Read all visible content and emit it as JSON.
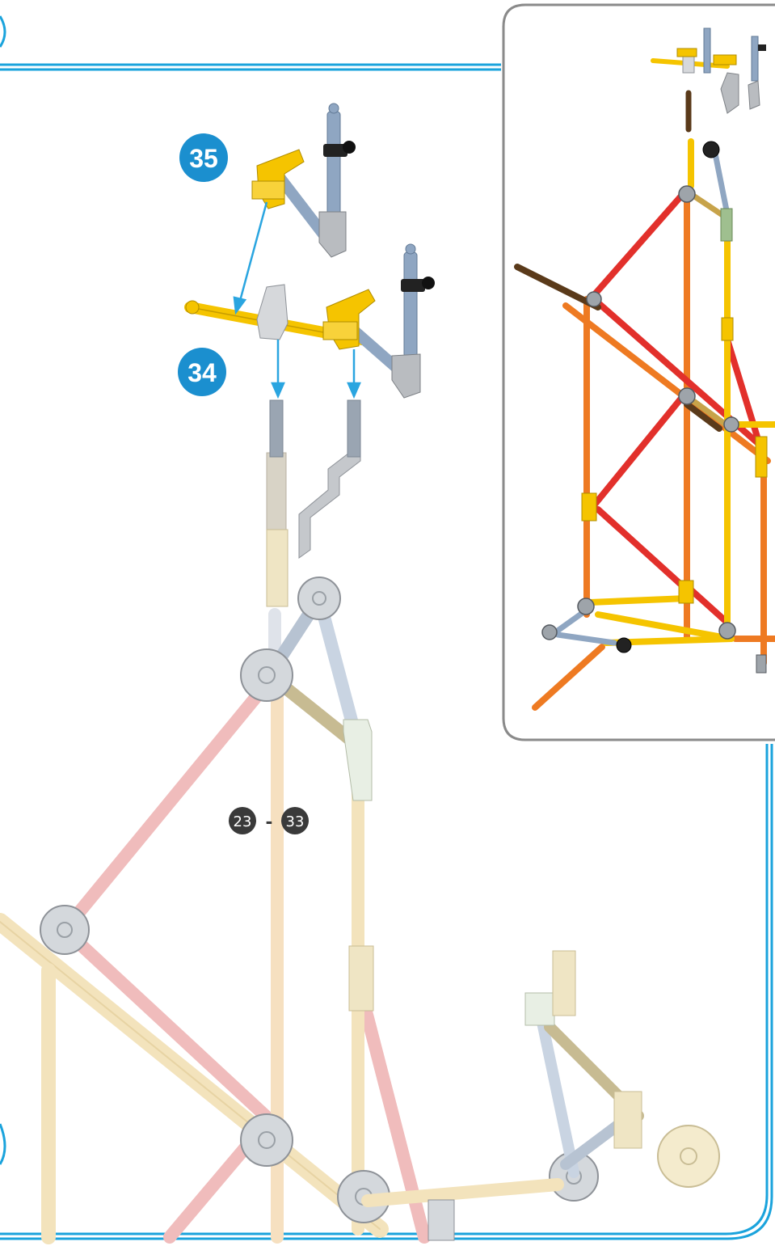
{
  "steps": {
    "step_a": "35",
    "step_b": "34",
    "range_start": "23",
    "range_separator": "-",
    "range_end": "33"
  },
  "colors": {
    "frame_blue": "#1aa3dc",
    "step_badge": "#1b8fcf",
    "range_badge": "#3a3a3a",
    "inset_border": "#8a8a8a",
    "yellow_part": "#f5c400",
    "blue_grey_rod": "#8fa6c2",
    "grey_part": "#a8acb0",
    "red_rod": "#e2302b",
    "orange_rod": "#ee7a22",
    "faded_cream": "#f3e3bc",
    "faded_pink": "#f0bcbc",
    "faded_olive": "#c7bb92",
    "arrow_blue": "#2aa5e0"
  },
  "icons": [
    "arrow-down-icon",
    "step-badge-icon",
    "range-badge-icon"
  ]
}
